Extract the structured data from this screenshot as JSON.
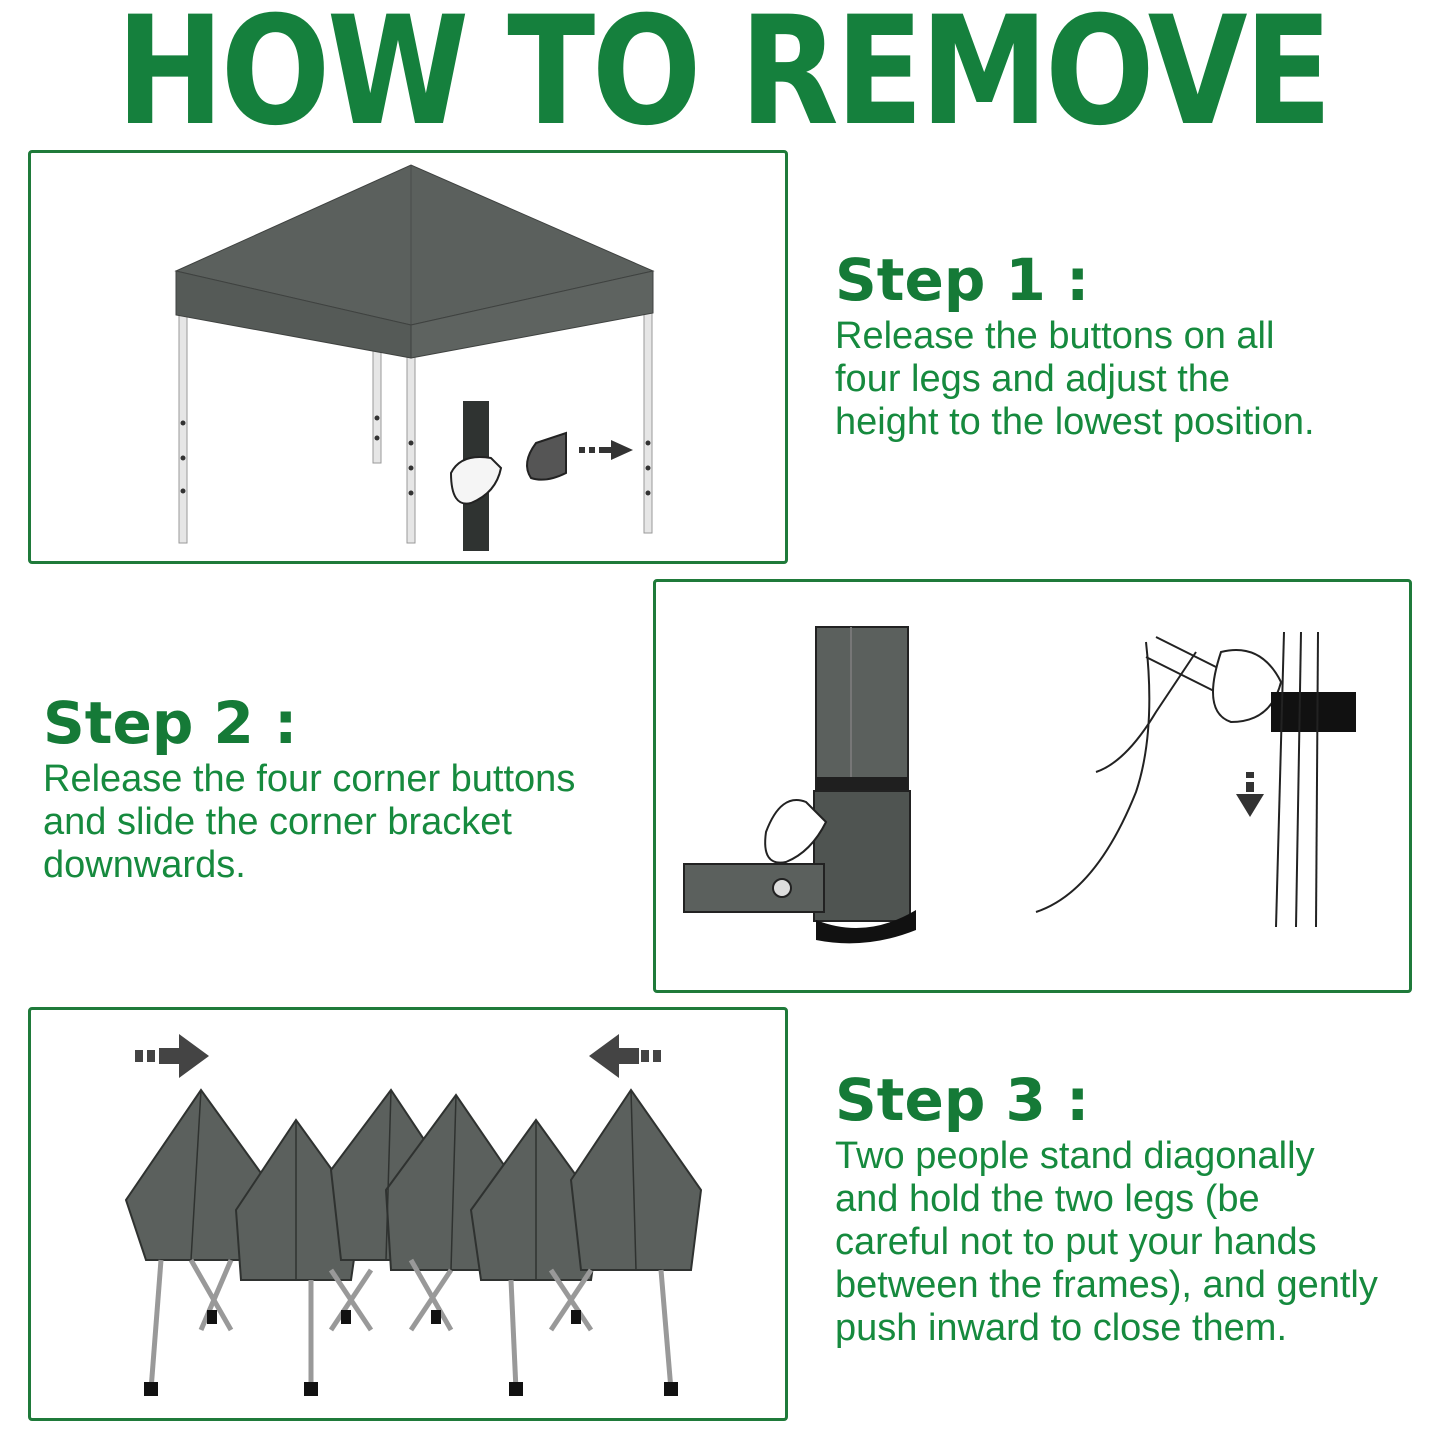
{
  "title": "HOW TO REMOVE",
  "colors": {
    "accent": "#15803d",
    "border": "#1f7a3a",
    "canopy": "#5b605d"
  },
  "steps": [
    {
      "heading": "Step 1 :",
      "text": "Release the buttons on all\nfour legs and adjust the\nheight to the lowest position."
    },
    {
      "heading": "Step 2 :",
      "text": "Release the four corner buttons\nand slide the corner bracket\ndownwards."
    },
    {
      "heading": "Step 3 :",
      "text": "Two people stand diagonally\nand hold the two legs (be\ncareful not to put your hands\nbetween the frames), and gently\npush inward to close them."
    }
  ]
}
